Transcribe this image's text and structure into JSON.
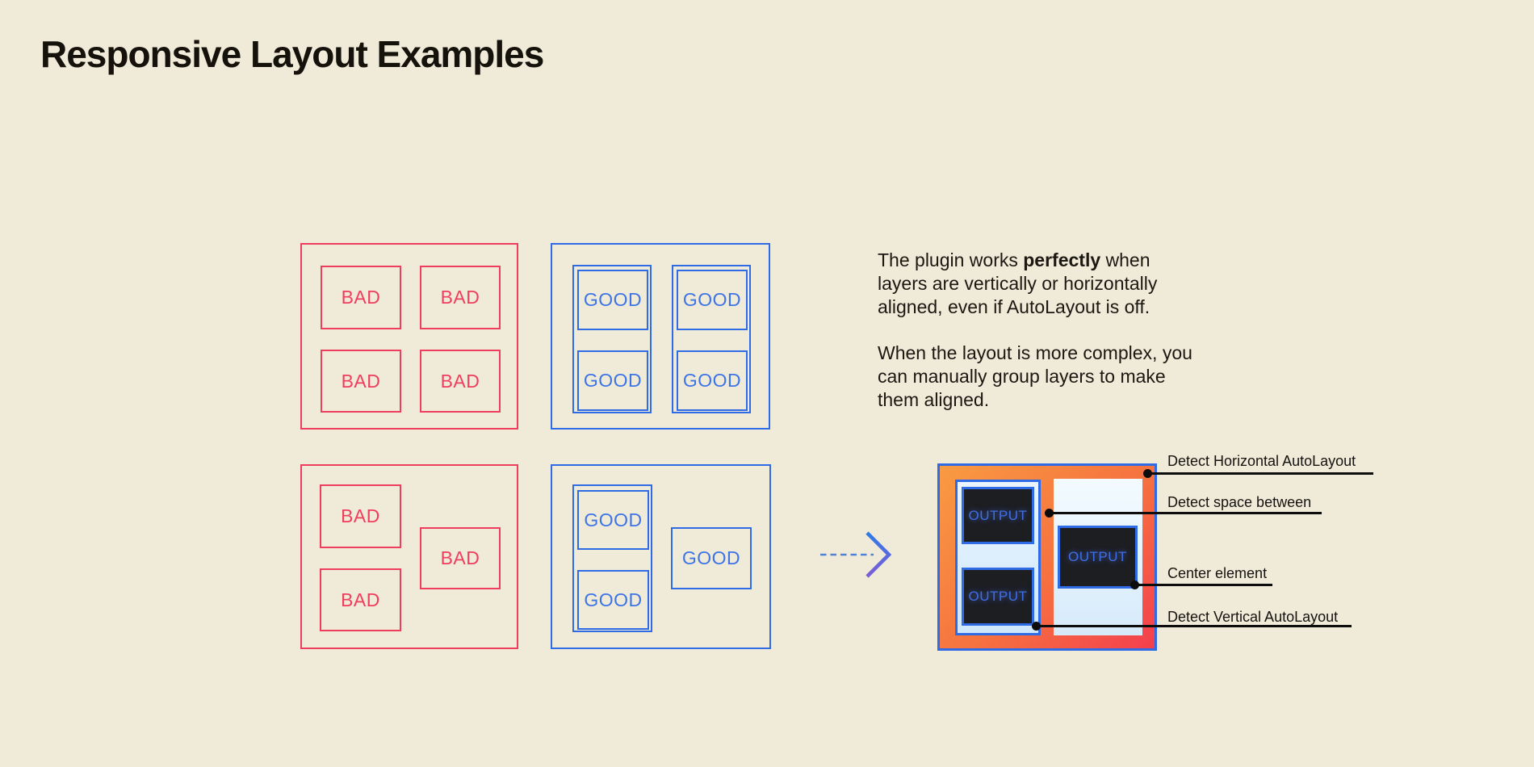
{
  "page": {
    "title": "Responsive Layout Examples",
    "background_color": "#f0ead9"
  },
  "labels": {
    "bad": "BAD",
    "good": "GOOD",
    "output": "OUTPUT"
  },
  "colors": {
    "red": "#ef3e5d",
    "blue": "#2e6be5",
    "good_text": "#3d74e6",
    "output_text": "#3f6ee3",
    "output_gradient_start": "#f89b42",
    "output_gradient_end": "#f43f4e",
    "light_blue_fill": "#d9ecfb",
    "dark_box": "#1d1e22",
    "callout_black": "#0d0d0d",
    "arrow_blue": "#2f7be8",
    "arrow_purple": "#7d5cd8"
  },
  "description": {
    "p1_line1_pre": "The plugin works ",
    "p1_line1_bold": "perfectly",
    "p1_line1_post": " when",
    "p1_line2": "layers are vertically or horizontally",
    "p1_line3": "aligned, even if AutoLayout is off.",
    "p2_line1": "When the layout is more complex, you",
    "p2_line2": "can manually group layers to make",
    "p2_line3": "them aligned."
  },
  "callouts": [
    {
      "label": "Detect Horizontal AutoLayout"
    },
    {
      "label": "Detect space between"
    },
    {
      "label": "Center element"
    },
    {
      "label": "Detect Vertical AutoLayout"
    }
  ]
}
